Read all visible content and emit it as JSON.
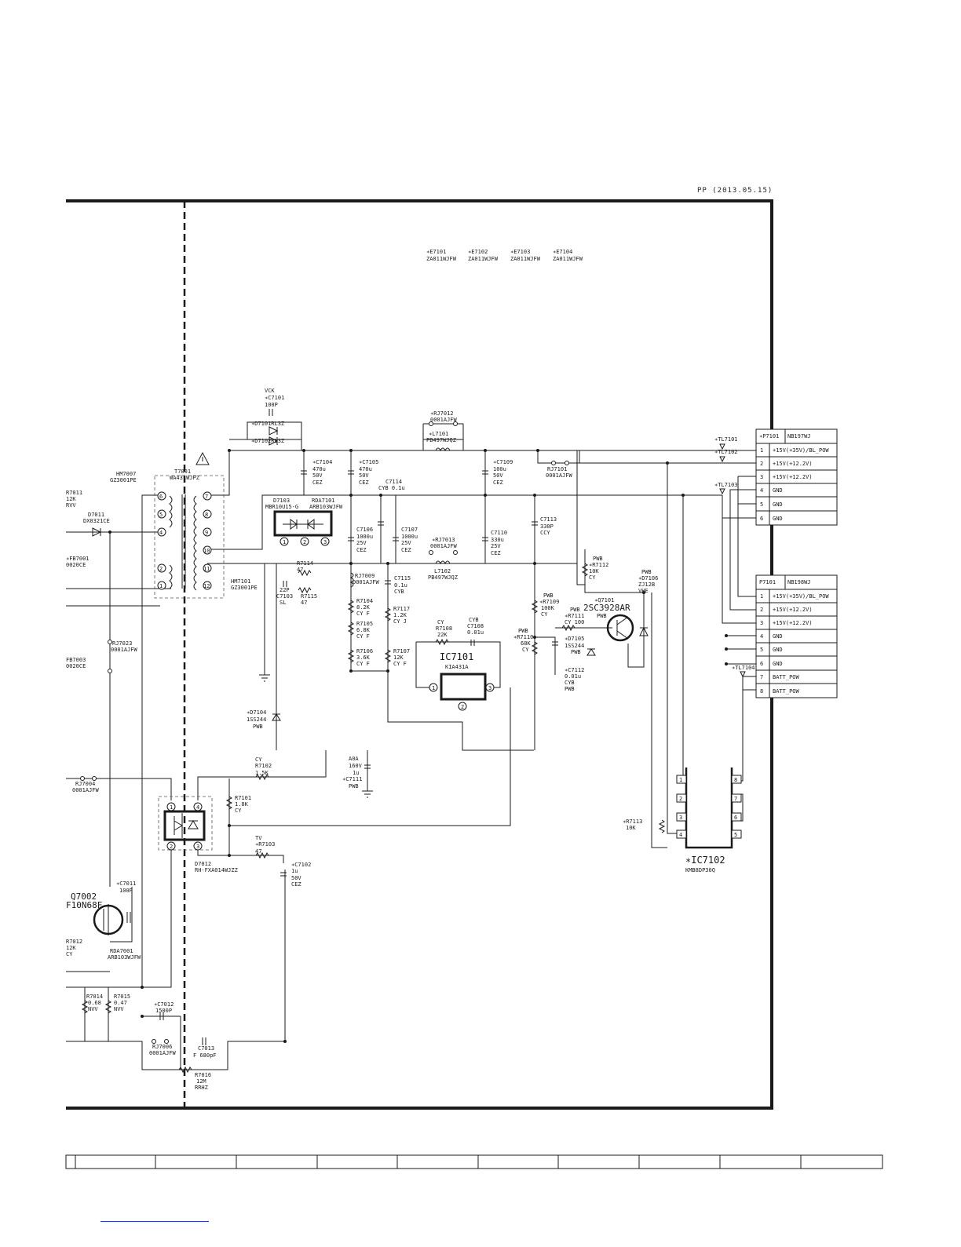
{
  "stamp": "PP (2013.05.15)",
  "electrodes": [
    {
      "ref": "∗E7101",
      "part": "ZA011WJFW"
    },
    {
      "ref": "∗E7102",
      "part": "ZA011WJFW"
    },
    {
      "ref": "∗E7103",
      "part": "ZA011WJFW"
    },
    {
      "ref": "∗E7104",
      "part": "ZA011WJFW"
    }
  ],
  "connector_p7101a": {
    "ref": "∗P7101",
    "part": "NB197WJ",
    "pins": [
      {
        "num": "1",
        "signal": "+15V(+35V)/BL_POW"
      },
      {
        "num": "2",
        "signal": "+15V(+12.2V)"
      },
      {
        "num": "3",
        "signal": "+15V(+12.2V)"
      },
      {
        "num": "4",
        "signal": "GND"
      },
      {
        "num": "5",
        "signal": "GND"
      },
      {
        "num": "6",
        "signal": "GND"
      }
    ]
  },
  "connector_p7101b": {
    "ref": "P7101",
    "part": "NB198WJ",
    "pins": [
      {
        "num": "1",
        "signal": "+15V(+35V)/BL_POW"
      },
      {
        "num": "2",
        "signal": "+15V(+12.2V)"
      },
      {
        "num": "3",
        "signal": "+15V(+12.2V)"
      },
      {
        "num": "4",
        "signal": "GND"
      },
      {
        "num": "5",
        "signal": "GND"
      },
      {
        "num": "6",
        "signal": "GND"
      },
      {
        "num": "7",
        "signal": "BATT_POW"
      },
      {
        "num": "8",
        "signal": "BATT_POW"
      }
    ]
  },
  "test_points": [
    "∗TL7101",
    "∗TL7102",
    "∗TL7103",
    "∗TL7104"
  ],
  "labels": {
    "vck": "VCK",
    "c7101": "∗C7101",
    "c7101_val": "100P",
    "d7101": "∗D7101RL3Z",
    "d7102": "∗D7102RL3Z",
    "rj7012": "∗RJ7012",
    "rj7012_val": "0001AJFW",
    "l7101": "∗L7101",
    "l7101_val": "PB497WJQZ",
    "hm7007": "HM7007",
    "hm7007_val": "GZ3001PE",
    "t7001": "T7001",
    "t7001_val": "WA431WJPZ",
    "c7104": "∗C7104",
    "c7104_v1": "470u",
    "c7104_v2": "50V",
    "c7104_v3": "CEZ",
    "c7105": "∗C7105",
    "c7105_v1": "470u",
    "c7105_v2": "50V",
    "c7105_v3": "CEZ",
    "c7114": "C7114",
    "c7114_val": "CYB 0.1u",
    "c7109": "∗C7109",
    "c7109_v1": "100u",
    "c7109_v2": "50V",
    "c7109_v3": "CEZ",
    "rj7101": "RJ7101",
    "rj7101_val": "0001AJFW",
    "r7011": "R7011",
    "r7011_v1": "12K",
    "r7011_v2": "RVV",
    "d7011": "D7011",
    "d7011_val": "DX0321CE",
    "fb7001": "∗FB7001",
    "fb7001_val": "0020CE",
    "d7103": "D7103",
    "d7103_val": "MBR10U15-G",
    "rda7101": "RDA7101",
    "rda7101_val": "ARB103WJFW",
    "c7106": "C7106",
    "c7106_v1": "1000u",
    "c7106_v2": "25V",
    "c7106_v3": "CEZ",
    "c7107": "C7107",
    "c7107_v1": "1000u",
    "c7107_v2": "25V",
    "c7107_v3": "CEZ",
    "rj7013": "∗RJ7013",
    "rj7013_val": "0001AJFW",
    "l7102": "L7102",
    "l7102_val": "PB497WJQZ",
    "c7110": "C7110",
    "c7110_v1": "330u",
    "c7110_v2": "25V",
    "c7110_v3": "CEZ",
    "c7113": "C7113",
    "c7113_v1": "330P",
    "c7113_v2": "CCY",
    "r7114": "R7114",
    "r7114_val": "47",
    "c7103_v": "22P",
    "c7103": "C7103",
    "c7103_t": "SL",
    "r7115": "R7115",
    "r7115_val": "47",
    "hm7101": "HM7101",
    "hm7101_val": "GZ3001PE",
    "rj7009": "RJ7009",
    "rj7009_val": "0001AJFW",
    "c7115": "C7115",
    "c7115_v1": "0.1u",
    "c7115_v2": "CYB",
    "pwb1": "PWB",
    "r7112": "∗R7112",
    "r7112_v1": "10K",
    "r7112_v2": "CY",
    "pwb2": "PWB",
    "d7106": "∗D7106",
    "d7106_v1": "ZJ12B",
    "d7106_v2": "VHE",
    "q7101": "∗Q7101",
    "q7101_val": "2SC3928AR",
    "q7101_pwb": "PWB",
    "r7104": "R7104",
    "r7104_v1": "8.2K",
    "r7104_v2": "CY F",
    "r7117": "R7117",
    "r7117_v1": "1.2K",
    "r7117_v2": "CY J",
    "cy1": "CY",
    "r7108": "R7108",
    "r7108_val": "22K",
    "cyb1": "CYB",
    "c7108": "C7108",
    "c7108_val": "0.01u",
    "pwb3": "PWB",
    "r7109": "∗R7109",
    "r7109_v1": "100K",
    "r7109_v2": "CY",
    "pwb4": "PWB",
    "r7111": "∗R7111",
    "r7111_val": "CY 100",
    "r7105": "R7105",
    "r7105_v1": "6.8K",
    "r7105_v2": "CY F",
    "pwb5": "PWB",
    "r7110": "∗R7110",
    "r7110_v1": "68K",
    "r7110_v2": "CY",
    "d7105": "∗D7105",
    "d7105_v1": "1SS244",
    "d7105_v2": "PWB",
    "rj7023": "RJ7023",
    "rj7023_val": "0001AJFW",
    "fb7003": "FB7003",
    "fb7003_val": "0020CE",
    "r7106": "R7106",
    "r7106_v1": "3.6K",
    "r7106_v2": "CY F",
    "r7107": "R7107",
    "r7107_v1": "12K",
    "r7107_v2": "CY F",
    "ic7101": "IC7101",
    "ic7101_val": "KIA431A",
    "c7112": "∗C7112",
    "c7112_v1": "0.01u",
    "c7112_v2": "CYB",
    "c7112_v3": "PWB",
    "d7104": "∗D7104",
    "d7104_v1": "1SS244",
    "d7104_v2": "PWB",
    "a0a": "A0A",
    "c7111_v1": "160V",
    "c7111_v2": "1u",
    "c7111": "∗C7111",
    "c7111_pwb": "PWB",
    "cy2": "CY",
    "r7102": "R7102",
    "r7102_val": "1.5K",
    "rj7004": "RJ7004",
    "rj7004_val": "0001AJFW",
    "r7101": "R7101",
    "r7101_v1": "1.8K",
    "r7101_v2": "CY",
    "r7113": "∗R7113",
    "r7113_val": "10K",
    "ic7102": "∗IC7102",
    "ic7102_val": "KMB8DP30Q",
    "tv": "TV",
    "r7103": "∗R7103",
    "r7103_val": "47",
    "d7012": "D7012",
    "d7012_val": "RH-FXA014WJZZ",
    "c7102": "∗C7102",
    "c7102_v1": "1u",
    "c7102_v2": "50V",
    "c7102_v3": "CEZ",
    "q7002": "Q7002",
    "q7002_val": "F10N68F",
    "c7011": "∗C7011",
    "c7011_val": "100P",
    "rda7001": "RDA7001",
    "rda7001_val": "ARB103WJFW",
    "r7012": "R7012",
    "r7012_v1": "12K",
    "r7012_v2": "CY",
    "r7014": "R7014",
    "r7014_v1": "0.68",
    "r7014_v2": "NVV",
    "r7015": "R7015",
    "r7015_v1": "0.47",
    "r7015_v2": "NVV",
    "c7012": "∗C7012",
    "c7012_val": "1500P",
    "rj7006": "RJ7006",
    "rj7006_val": "0001AJFW",
    "c7013": "C7013",
    "c7013_val": "F 680pF",
    "r7016": "R7016",
    "r7016_v1": "12M",
    "r7016_v2": "RRHZ"
  }
}
